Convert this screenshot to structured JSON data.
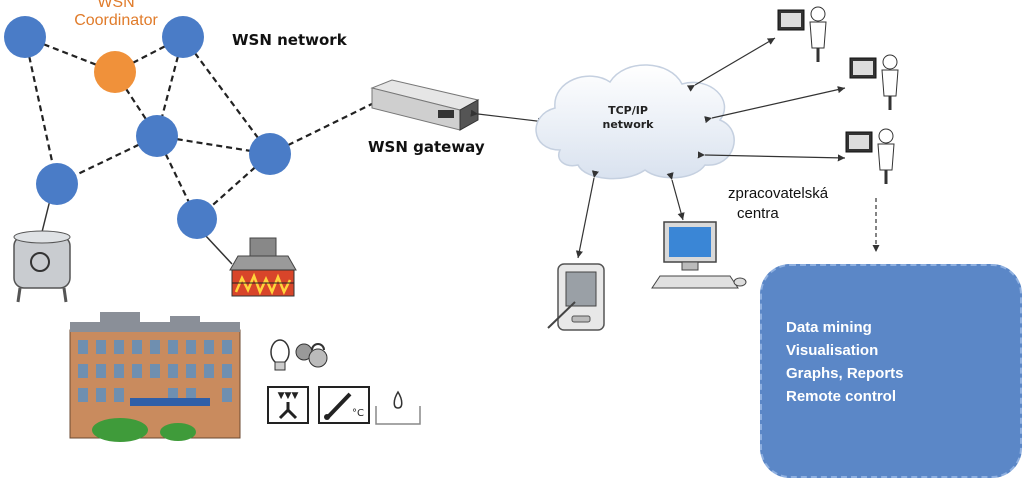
{
  "labels": {
    "coordinator_line1": "WSN",
    "coordinator_line2": "Coordinator",
    "wsn_network": "WSN network",
    "wsn_gateway": "WSN gateway",
    "tcpip_line1": "TCP/IP",
    "tcpip_line2": "network",
    "center_line1": "zpracovatelská",
    "center_line2": "centra"
  },
  "processing_panel": {
    "items": [
      "Data mining",
      "Visualisation",
      "Graphs, Reports",
      "Remote control"
    ]
  },
  "colors": {
    "sensor_node": "#4a7cc7",
    "coordinator_node": "#f0913a",
    "coordinator_text": "#e07b2a",
    "panel": "#5b87c7",
    "cloud": "#eef2f8"
  }
}
